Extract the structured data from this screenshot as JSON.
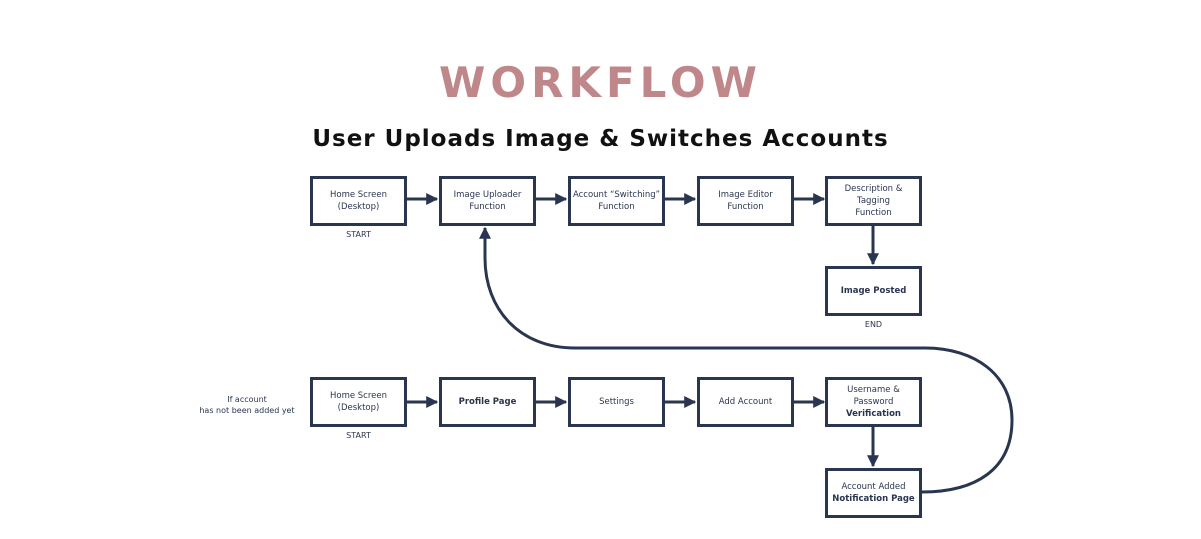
{
  "header": {
    "title": "WORKFLOW",
    "subtitle": "User Uploads Image & Switches Accounts"
  },
  "colors": {
    "title": "#C0878A",
    "stroke": "#2A3550",
    "text": "#111111"
  },
  "flow_top": {
    "nodes": [
      {
        "line1": "Home Screen",
        "line2": "(Desktop)",
        "bold": false
      },
      {
        "line1": "Image Uploader",
        "line2": "Function",
        "bold": false
      },
      {
        "line1": "Account “Switching”",
        "line2": "Function",
        "bold": false
      },
      {
        "line1": "Image Editor",
        "line2": "Function",
        "bold": false
      },
      {
        "line1": "Description & Tagging",
        "line2": "Function",
        "bold": false
      }
    ],
    "end_node": {
      "line1": "Image Posted",
      "bold": true
    },
    "start_label": "START",
    "end_label": "END"
  },
  "flow_bottom": {
    "note": {
      "line1": "If account",
      "line2": "has not been added yet"
    },
    "nodes": [
      {
        "line1": "Home Screen",
        "line2": "(Desktop)"
      },
      {
        "line1": "Profile Page",
        "bold": true
      },
      {
        "line1": "Settings"
      },
      {
        "line1": "Add Account"
      },
      {
        "line1": "Username & Password",
        "line2": "Verification",
        "line2_bold": true
      }
    ],
    "end_node": {
      "line1": "Account Added",
      "line2": "Notification Page",
      "line2_bold": true
    },
    "start_label": "START"
  },
  "connectors": [
    {
      "from": "Home Screen (Desktop)",
      "to": "Image Uploader Function"
    },
    {
      "from": "Image Uploader Function",
      "to": "Account “Switching” Function"
    },
    {
      "from": "Account “Switching” Function",
      "to": "Image Editor Function"
    },
    {
      "from": "Image Editor Function",
      "to": "Description & Tagging Function"
    },
    {
      "from": "Description & Tagging Function",
      "to": "Image Posted"
    },
    {
      "from": "Home Screen (Desktop)",
      "to": "Profile Page"
    },
    {
      "from": "Profile Page",
      "to": "Settings"
    },
    {
      "from": "Settings",
      "to": "Add Account"
    },
    {
      "from": "Add Account",
      "to": "Username & Password Verification"
    },
    {
      "from": "Username & Password Verification",
      "to": "Account Added Notification Page"
    },
    {
      "from": "Account Added Notification Page",
      "to": "Image Uploader Function"
    }
  ]
}
